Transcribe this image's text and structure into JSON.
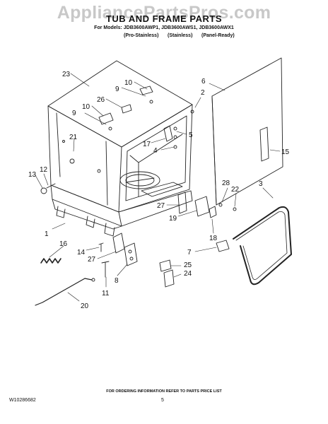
{
  "watermark": "AppliancePartsPros.com",
  "title": "TUB AND FRAME PARTS",
  "models_line": "For Models: JDB3600AWP1, JDB3600AWS1, JDB3600AWX1",
  "variants": [
    "(Pro-Stainless)",
    "(Stainless)",
    "(Panel-Ready)"
  ],
  "callouts": [
    "23",
    "10",
    "9",
    "26",
    "10",
    "9",
    "21",
    "6",
    "2",
    "5",
    "17",
    "4",
    "15",
    "13",
    "12",
    "3",
    "28",
    "22",
    "27",
    "19",
    "1",
    "18",
    "16",
    "14",
    "7",
    "27",
    "25",
    "24",
    "8",
    "11",
    "20"
  ],
  "footer": {
    "ordering": "FOR ORDERING INFORMATION REFER TO PARTS PRICE LIST",
    "doc_number": "W10286682",
    "page_number": "5"
  }
}
